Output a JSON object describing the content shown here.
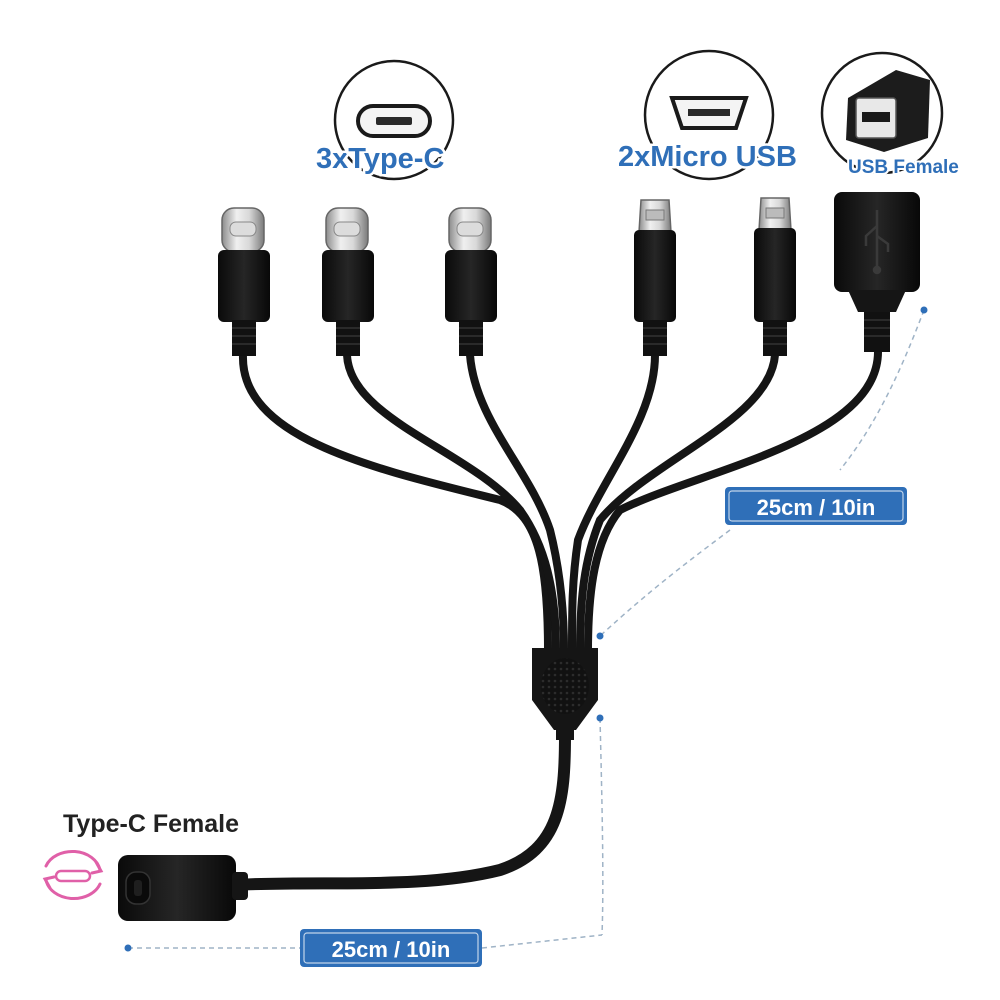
{
  "labels": {
    "type_c_count_prefix": "3x",
    "type_c_name": "Type-C",
    "micro_count_prefix": "2x",
    "micro_name": "Micro USB",
    "usb_female": "USB Female",
    "type_c_female": "Type-C Female",
    "length_upper": "25cm / 10in",
    "length_lower": "25cm / 10in"
  },
  "colors": {
    "accent_blue": "#2f6fb8",
    "cable_black": "#151515",
    "dash_gray": "#9fb3c6",
    "pink_icon": "#e060a8"
  },
  "icons": [
    "type-c-port-icon",
    "micro-usb-port-icon",
    "usb-female-port-icon",
    "usb-trident-icon",
    "reversible-icon"
  ]
}
